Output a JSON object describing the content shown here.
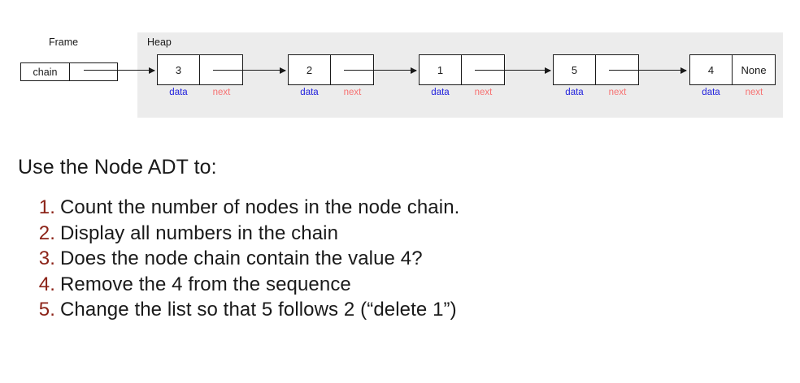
{
  "diagram": {
    "frame_label": "Frame",
    "heap_label": "Heap",
    "frame_variable": {
      "name": "chain",
      "value": ""
    },
    "cell_labels": {
      "data": "data",
      "next": "next"
    },
    "nodes": [
      {
        "data": "3",
        "next": ""
      },
      {
        "data": "2",
        "next": ""
      },
      {
        "data": "1",
        "next": ""
      },
      {
        "data": "5",
        "next": ""
      },
      {
        "data": "4",
        "next": "None"
      }
    ],
    "colors": {
      "heap_background": "#ececec",
      "data_label": "#2323dd",
      "next_label": "#f77272",
      "stroke": "#1a1a1a"
    }
  },
  "content": {
    "lead": "Use the Node ADT to:",
    "list_number_color": "#8c2318",
    "tasks": [
      {
        "number": "1.",
        "text": "Count the number of nodes in the node chain."
      },
      {
        "number": "2.",
        "text": "Display all numbers in the chain"
      },
      {
        "number": "3.",
        "text": "Does the node chain contain the value 4?"
      },
      {
        "number": "4.",
        "text": "Remove the 4 from the sequence"
      },
      {
        "number": "5.",
        "text": "Change the list so that 5 follows 2 (“delete 1”)"
      }
    ]
  }
}
